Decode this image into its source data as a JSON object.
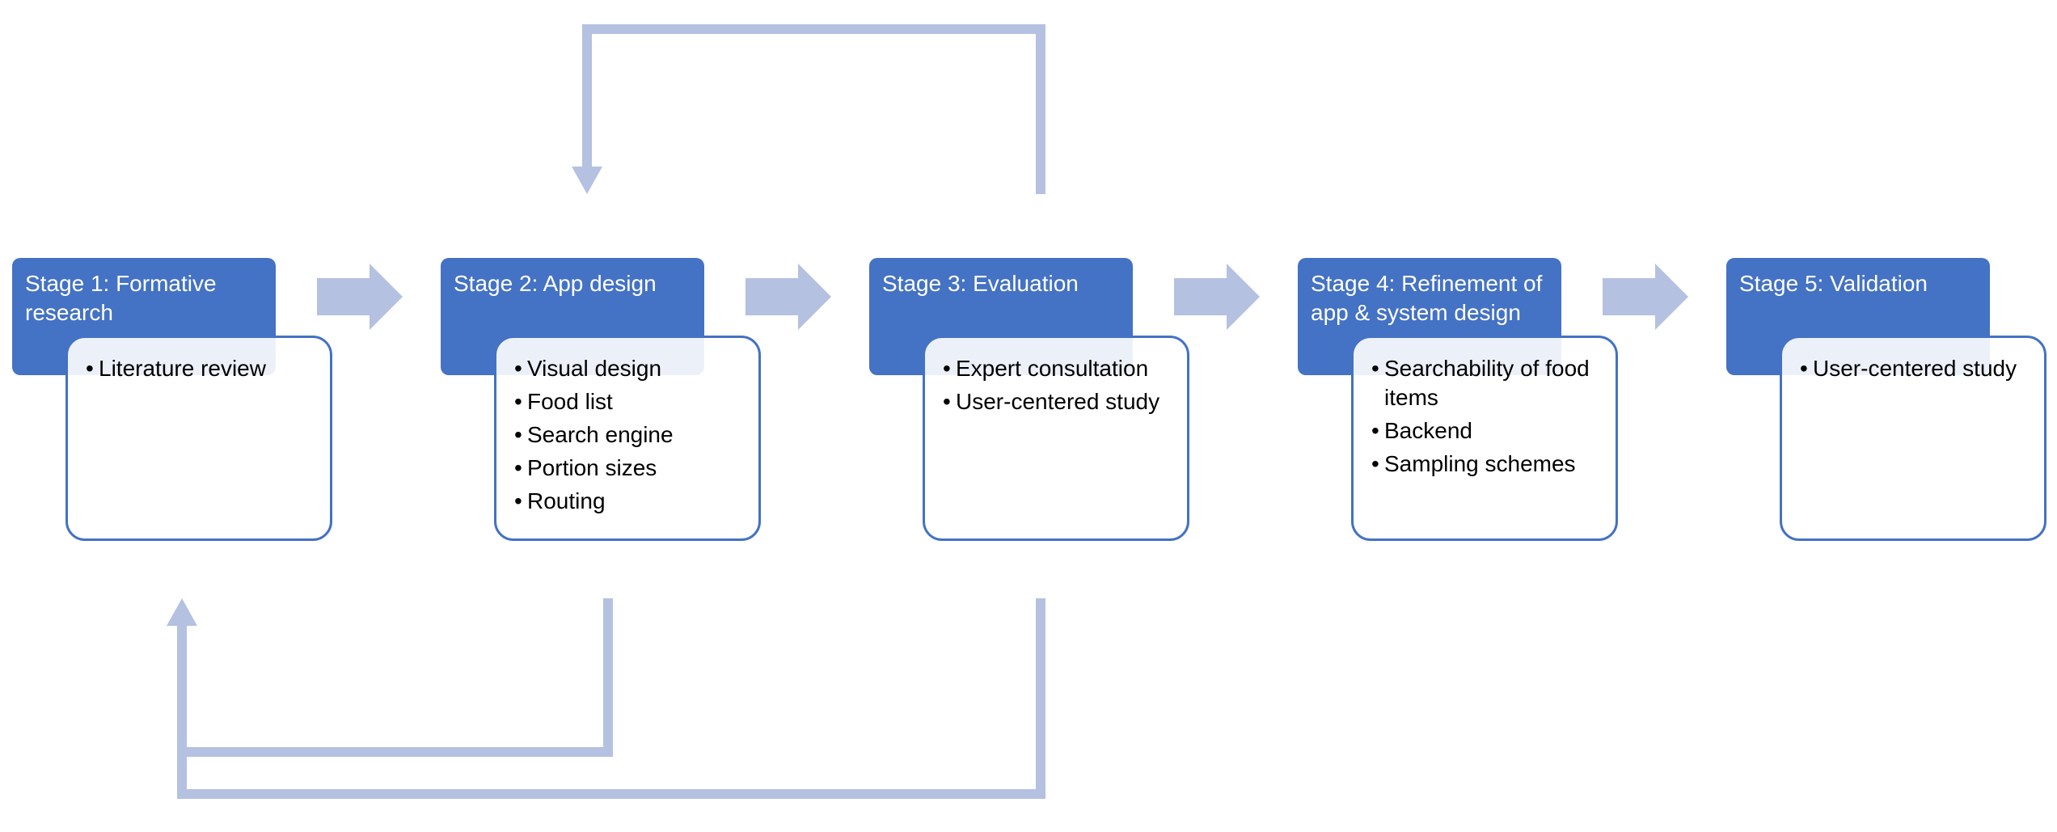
{
  "colors": {
    "header_fill": "#4472c4",
    "body_border": "#4472c4",
    "arrow_fill": "#b4c1e0",
    "feedback_line": "#b4c1e0"
  },
  "stages": [
    {
      "title": "Stage 1: Formative research",
      "items": [
        "Literature review"
      ]
    },
    {
      "title": "Stage 2: App design",
      "items": [
        "Visual design",
        "Food list",
        "Search engine",
        "Portion sizes",
        "Routing"
      ]
    },
    {
      "title": "Stage 3: Evaluation",
      "items": [
        "Expert consultation",
        "User-centered study"
      ]
    },
    {
      "title": "Stage 4: Refinement of app & system design",
      "items": [
        "Searchability of food items",
        "Backend",
        "Sampling schemes"
      ]
    },
    {
      "title": "Stage 5: Validation",
      "items": [
        "User-centered study"
      ]
    }
  ],
  "bullet_glyph": "•"
}
